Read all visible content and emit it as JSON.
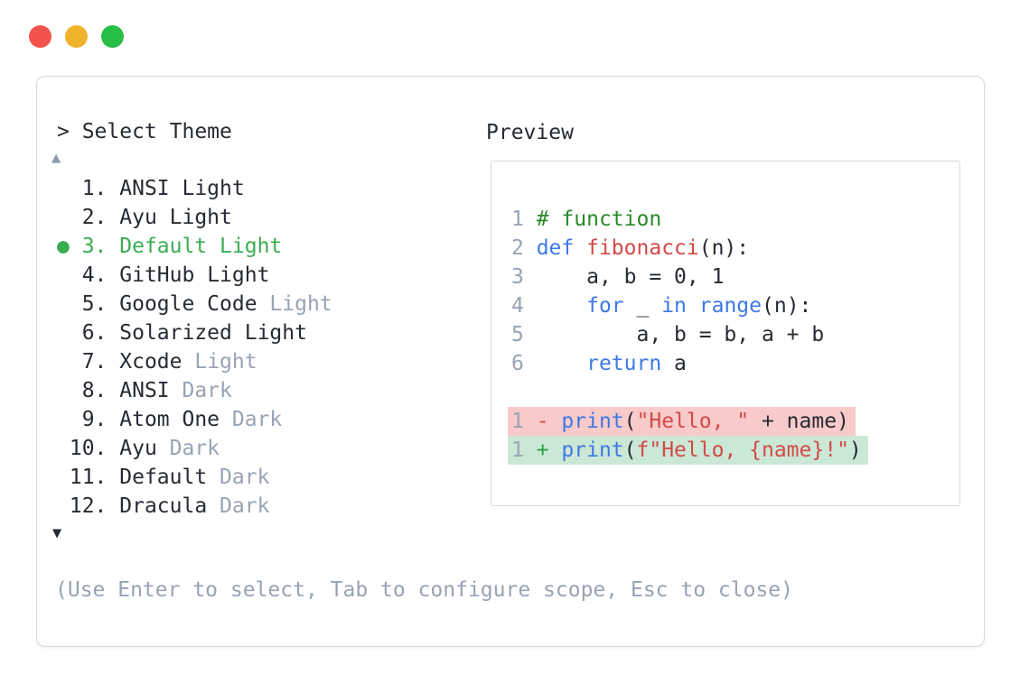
{
  "colors": {
    "textc": "#262b33",
    "muted": "#98a3b3",
    "green": "#3aad52",
    "comment": "#2b8a2b",
    "kw": "#3e79e6",
    "red": "#d24a48",
    "plus": "#2f9e44",
    "delbg": "#f8caca",
    "addbg": "#cbe8d6",
    "border": "#d5d9e0",
    "scrollup": "#8c99ac"
  },
  "window": {
    "buttons": [
      {
        "name": "close",
        "color": "#f2544d"
      },
      {
        "name": "minimize",
        "color": "#f0b42c"
      },
      {
        "name": "maximize",
        "color": "#28bd45"
      }
    ]
  },
  "picker": {
    "prompt": "> Select Theme",
    "scroll_up": "▲",
    "scroll_down": "▼",
    "selected_indicator": "●",
    "hint": "(Use Enter to select, Tab to configure scope, Esc to close)",
    "items": [
      {
        "number": 1,
        "name": "ANSI",
        "variant": "Light",
        "variant_muted": false,
        "selected": false
      },
      {
        "number": 2,
        "name": "Ayu",
        "variant": "Light",
        "variant_muted": false,
        "selected": false
      },
      {
        "number": 3,
        "name": "Default",
        "variant": "Light",
        "variant_muted": false,
        "selected": true
      },
      {
        "number": 4,
        "name": "GitHub",
        "variant": "Light",
        "variant_muted": false,
        "selected": false
      },
      {
        "number": 5,
        "name": "Google Code",
        "variant": "Light",
        "variant_muted": true,
        "selected": false
      },
      {
        "number": 6,
        "name": "Solarized",
        "variant": "Light",
        "variant_muted": false,
        "selected": false
      },
      {
        "number": 7,
        "name": "Xcode",
        "variant": "Light",
        "variant_muted": true,
        "selected": false
      },
      {
        "number": 8,
        "name": "ANSI",
        "variant": "Dark",
        "variant_muted": true,
        "selected": false
      },
      {
        "number": 9,
        "name": "Atom One",
        "variant": "Dark",
        "variant_muted": true,
        "selected": false
      },
      {
        "number": 10,
        "name": "Ayu",
        "variant": "Dark",
        "variant_muted": true,
        "selected": false
      },
      {
        "number": 11,
        "name": "Default",
        "variant": "Dark",
        "variant_muted": true,
        "selected": false
      },
      {
        "number": 12,
        "name": "Dracula",
        "variant": "Dark",
        "variant_muted": true,
        "selected": false
      }
    ]
  },
  "preview": {
    "label": "Preview",
    "lines": [
      {
        "n": "1",
        "diff": null,
        "tokens": [
          {
            "t": "# function",
            "c": "comment"
          }
        ]
      },
      {
        "n": "2",
        "diff": null,
        "tokens": [
          {
            "t": "def",
            "c": "kw"
          },
          {
            "t": " ",
            "c": "text"
          },
          {
            "t": "fibonacci",
            "c": "fn"
          },
          {
            "t": "(n):",
            "c": "text"
          }
        ]
      },
      {
        "n": "3",
        "diff": null,
        "tokens": [
          {
            "t": "    a, b = 0, 1",
            "c": "text"
          }
        ]
      },
      {
        "n": "4",
        "diff": null,
        "tokens": [
          {
            "t": "    ",
            "c": "text"
          },
          {
            "t": "for",
            "c": "kw"
          },
          {
            "t": " _ ",
            "c": "text"
          },
          {
            "t": "in",
            "c": "kw"
          },
          {
            "t": " ",
            "c": "text"
          },
          {
            "t": "range",
            "c": "kw"
          },
          {
            "t": "(n):",
            "c": "text"
          }
        ]
      },
      {
        "n": "5",
        "diff": null,
        "tokens": [
          {
            "t": "        a, b = b, a + b",
            "c": "text"
          }
        ]
      },
      {
        "n": "6",
        "diff": null,
        "tokens": [
          {
            "t": "    ",
            "c": "text"
          },
          {
            "t": "return",
            "c": "kw"
          },
          {
            "t": " a",
            "c": "text"
          }
        ]
      },
      {
        "n": "",
        "diff": null,
        "tokens": []
      },
      {
        "n": "1",
        "diff": "del",
        "tokens": [
          {
            "t": "- ",
            "c": "minus"
          },
          {
            "t": "print",
            "c": "kw"
          },
          {
            "t": "(",
            "c": "text"
          },
          {
            "t": "\"Hello, \"",
            "c": "str"
          },
          {
            "t": " + name)",
            "c": "text"
          }
        ]
      },
      {
        "n": "1",
        "diff": "add",
        "tokens": [
          {
            "t": "+ ",
            "c": "plus"
          },
          {
            "t": "print",
            "c": "kw"
          },
          {
            "t": "(",
            "c": "text"
          },
          {
            "t": "f\"Hello, {name}!\"",
            "c": "str"
          },
          {
            "t": ")",
            "c": "text"
          }
        ]
      }
    ]
  }
}
